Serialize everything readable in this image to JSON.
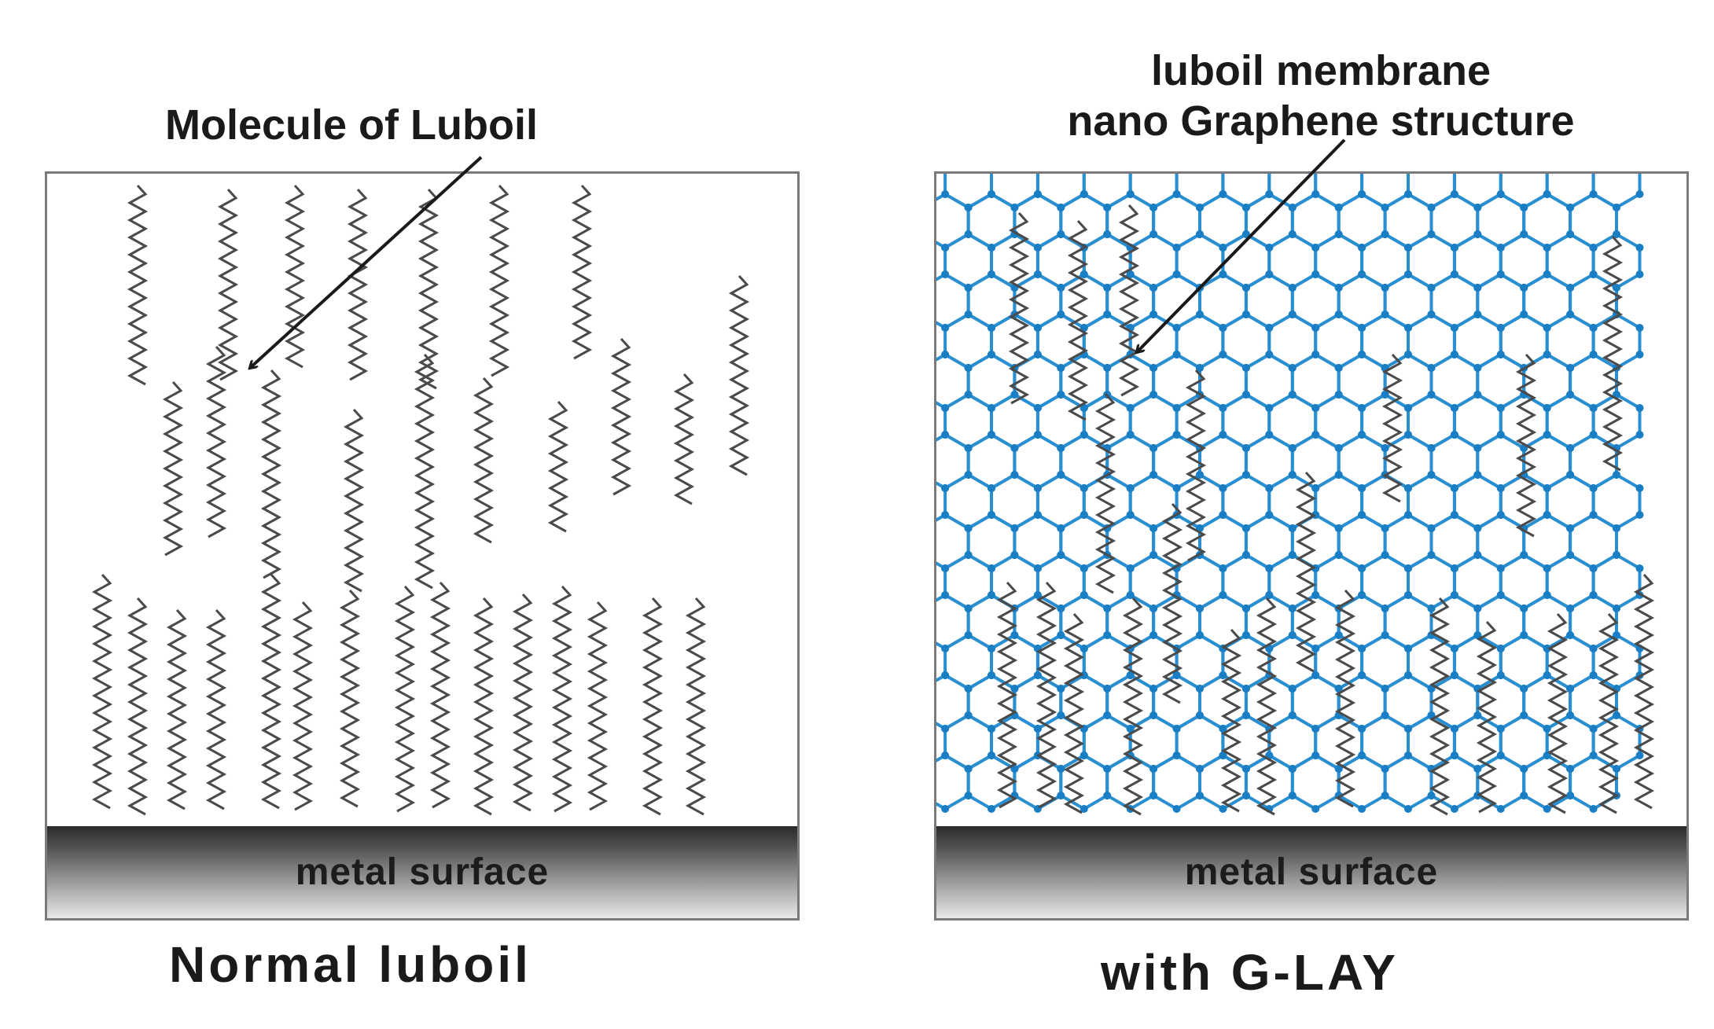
{
  "left": {
    "callout": "Molecule of Luboil",
    "surface_label": "metal surface",
    "caption": "Normal luboil"
  },
  "right": {
    "callout_line1": "luboil membrane",
    "callout_line2": "nano Graphene structure",
    "surface_label": "metal surface",
    "caption": "with G-LAY"
  },
  "colors": {
    "molecule_chain": "#4a4a4a",
    "graphene": "#2a8fd0",
    "graphene_node": "#1a7ec4",
    "arrow": "#1a1a1a"
  }
}
